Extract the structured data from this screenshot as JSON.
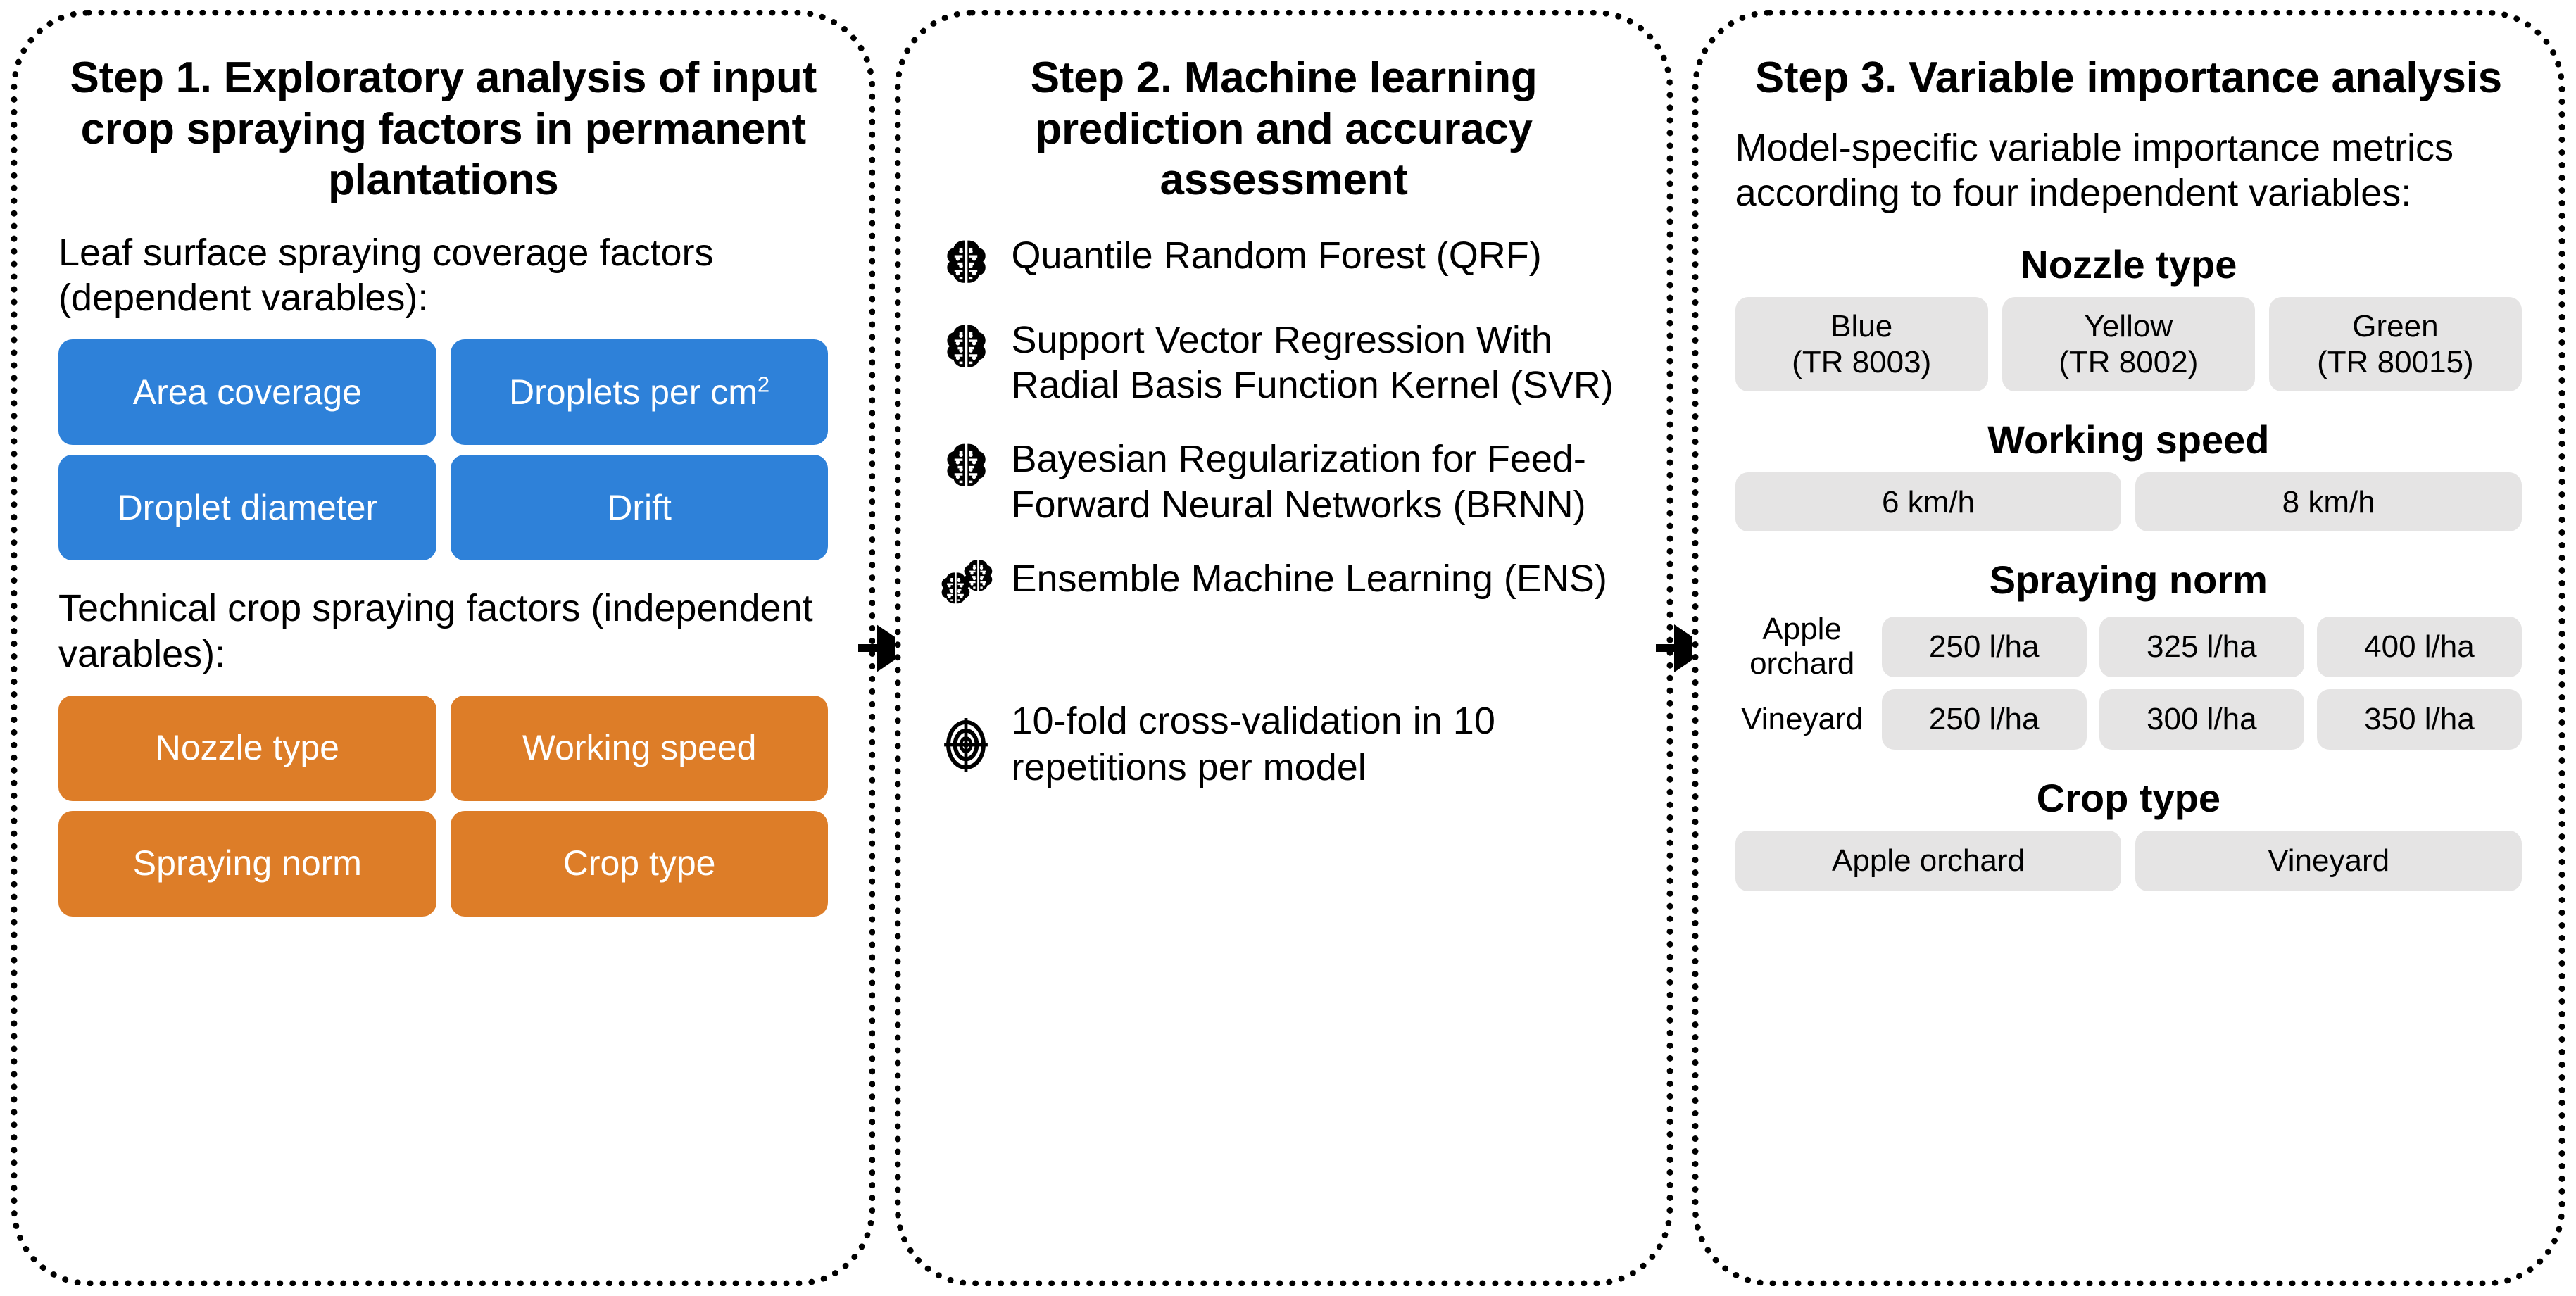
{
  "diagram": {
    "title": "Three-step crop spraying machine learning workflow",
    "accent_colors": {
      "dependent_box": "#2E81D9",
      "independent_box": "#DD7D28",
      "chip_background": "#E5E4E4",
      "panel_border": "#000000"
    }
  },
  "step1": {
    "title": "Step 1. Exploratory analysis of input crop spraying factors in permanent plantations",
    "dependent_lead": "Leaf surface spraying coverage factors (dependent varables):",
    "dependent_factors": [
      {
        "label": "Area coverage",
        "sup": ""
      },
      {
        "label": "Droplets per cm",
        "sup": "2"
      },
      {
        "label": "Droplet diameter",
        "sup": ""
      },
      {
        "label": "Drift",
        "sup": ""
      }
    ],
    "independent_lead": "Technical crop spraying factors (independent varables):",
    "independent_factors": [
      {
        "label": "Nozzle type"
      },
      {
        "label": "Working speed"
      },
      {
        "label": "Spraying norm"
      },
      {
        "label": "Crop type"
      }
    ]
  },
  "step2": {
    "title": "Step 2. Machine learning prediction and accuracy assessment",
    "models": [
      {
        "icon": "brain-circuit-icon",
        "label": "Quantile Random Forest (QRF)"
      },
      {
        "icon": "brain-circuit-icon",
        "label": "Support Vector Regression With Radial Basis Function Kernel (SVR)"
      },
      {
        "icon": "brain-circuit-icon",
        "label": "Bayesian Regularization for Feed-Forward Neural Networks (BRNN)"
      },
      {
        "icon": "double-brain-circuit-icon",
        "label": "Ensemble Machine Learning (ENS)"
      }
    ],
    "validation": {
      "icon": "target-crosshair-icon",
      "label": "10-fold cross-validation in 10 repetitions per model"
    }
  },
  "step3": {
    "title": "Step 3. Variable importance analysis",
    "lead": "Model-specific variable importance metrics according to four independent variables:",
    "groups": [
      {
        "name": "nozzle-type",
        "title": "Nozzle type",
        "chips": [
          {
            "line1": "Blue",
            "line2": "(TR 8003)"
          },
          {
            "line1": "Yellow",
            "line2": "(TR 8002)"
          },
          {
            "line1": "Green",
            "line2": "(TR 80015)"
          }
        ]
      },
      {
        "name": "working-speed",
        "title": "Working speed",
        "chips": [
          {
            "line1": "6 km/h",
            "line2": ""
          },
          {
            "line1": "8 km/h",
            "line2": ""
          }
        ]
      },
      {
        "name": "spraying-norm",
        "title": "Spraying norm",
        "rows": [
          {
            "label": "Apple orchard",
            "values": [
              "250 l/ha",
              "325 l/ha",
              "400 l/ha"
            ]
          },
          {
            "label": "Vineyard",
            "values": [
              "250 l/ha",
              "300 l/ha",
              "350 l/ha"
            ]
          }
        ]
      },
      {
        "name": "crop-type",
        "title": "Crop type",
        "chips": [
          {
            "line1": "Apple orchard",
            "line2": ""
          },
          {
            "line1": "Vineyard",
            "line2": ""
          }
        ]
      }
    ]
  }
}
